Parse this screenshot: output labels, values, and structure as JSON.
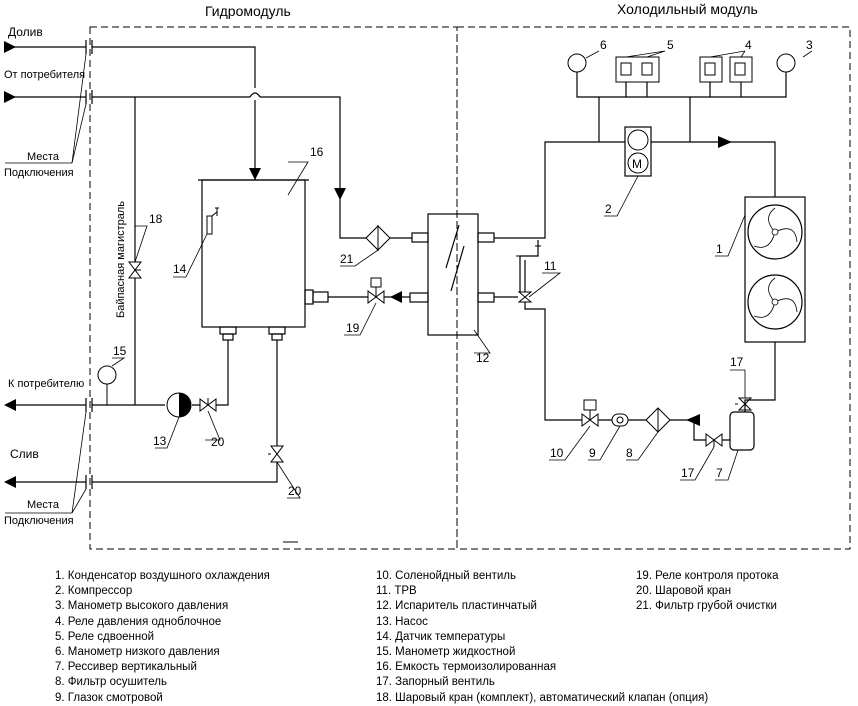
{
  "sections": {
    "hydro_module": "Гидромодуль",
    "cooling_module": "Холодильный модуль"
  },
  "connections": {
    "fill": "Долив",
    "from_consumer": "От потребителя",
    "to_consumer": "К потребителю",
    "drain": "Слив",
    "connection_points": [
      "Места",
      "Подключения"
    ],
    "bypass": "Байпасная магистраль",
    "compressor_symbol": "М"
  },
  "callouts": [
    "1",
    "2",
    "3",
    "4",
    "5",
    "6",
    "7",
    "8",
    "9",
    "10",
    "11",
    "12",
    "13",
    "14",
    "15",
    "16",
    "17",
    "18",
    "19",
    "20",
    "21"
  ],
  "legend": {
    "col1": [
      "1. Конденсатор воздушного охлаждения",
      "2. Компрессор",
      "3. Манометр высокого давления",
      "4. Реле давления одноблочное",
      "5. Реле сдвоенной",
      "6. Манометр низкого давления",
      "7. Рессивер вертикальный",
      "8. Фильтр осушитель",
      "9. Глазок смотровой"
    ],
    "col2": [
      "10. Соленойдный вентиль",
      "11. ТРВ",
      "12. Испаритель пластинчатый",
      "13. Насос",
      "14. Датчик температуры",
      "15. Манометр жидкостной",
      "16. Емкость термоизолированная",
      "17. Запорный вентиль",
      "18. Шаровый кран (комплект), автоматический клапан (опция)"
    ],
    "col3": [
      "19. Реле контроля протока",
      "20. Шаровой кран",
      "21. Фильтр грубой очистки"
    ]
  }
}
